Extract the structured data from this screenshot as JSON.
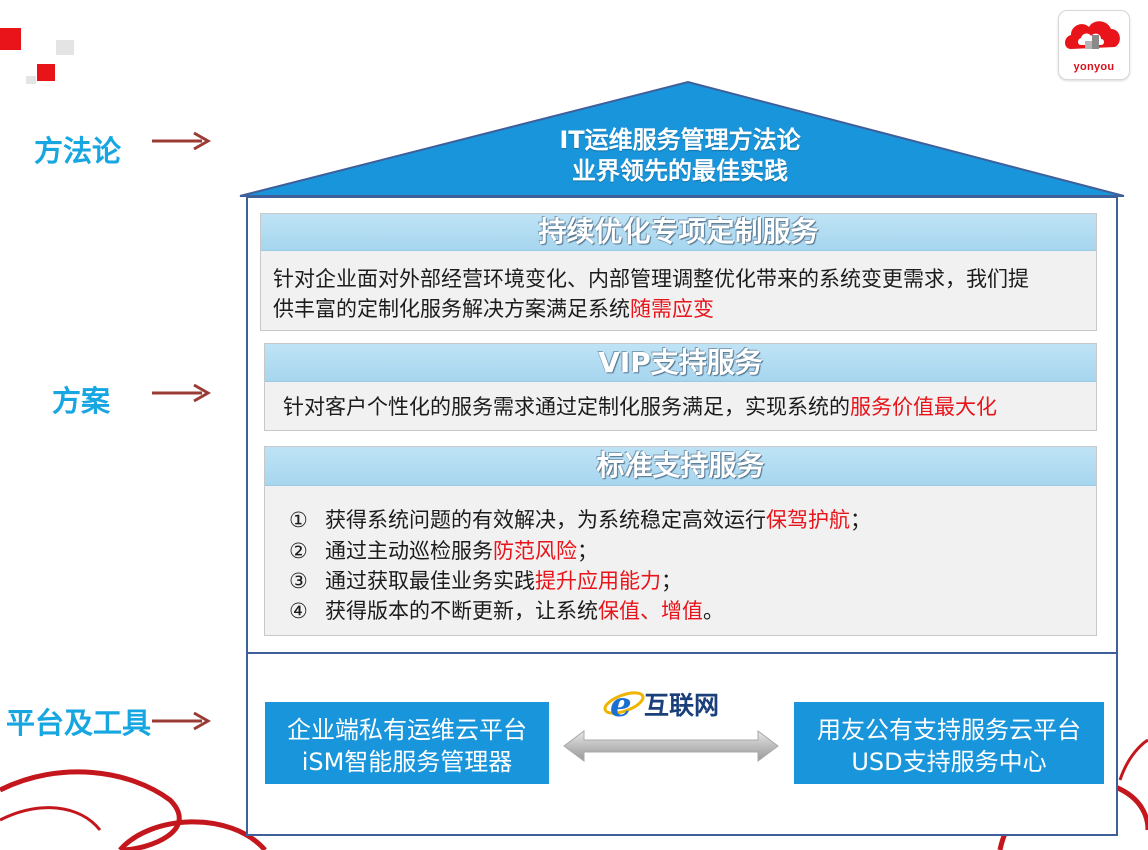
{
  "logo": {
    "brand": "yonyou",
    "icon": "yonyou-cloud-logo-icon"
  },
  "side_labels": {
    "methodology": "方法论",
    "solution": "方案",
    "platform": "平台及工具"
  },
  "roof": {
    "line1": "IT运维服务管理方法论",
    "line2": "业界领先的最佳实践"
  },
  "panels": {
    "continuous": {
      "title": "持续优化专项定制服务",
      "text_line1": "针对企业面对外部经营环境变化、内部管理调整优化带来的系统变更需求，我们提",
      "text_line2_prefix": "供丰富的定制化服务解决方案满足系统",
      "text_line2_highlight": "随需应变"
    },
    "vip": {
      "title": "VIP支持服务",
      "text_prefix": "针对客户个性化的服务需求通过定制化服务满足，实现系统的",
      "text_highlight": "服务价值最大化"
    },
    "standard": {
      "title": "标准支持服务",
      "items": [
        {
          "num": "①",
          "prefix": "获得系统问题的有效解决，为系统稳定高效运行",
          "highlight": "保驾护航",
          "suffix": "；"
        },
        {
          "num": "②",
          "prefix": "通过主动巡检服务",
          "highlight": "防范风险",
          "suffix": "；"
        },
        {
          "num": "③",
          "prefix": "通过获取最佳业务实践",
          "highlight": "提升应用能力",
          "suffix": "；"
        },
        {
          "num": "④",
          "prefix": "获得版本的不断更新，让系统",
          "highlight": "保值、增值",
          "suffix": "。"
        }
      ]
    }
  },
  "platform": {
    "left_line1": "企业端私有运维云平台",
    "left_line2": "iSM智能服务管理器",
    "right_line1": "用友公有支持服务云平台",
    "right_line2": "USD支持服务中心",
    "internet_label": "互联网",
    "internet_icon": "internet-explorer-icon"
  },
  "colors": {
    "accent_blue": "#16a6e1",
    "roof_blue": "#1996db",
    "highlight_red": "#e8141a",
    "brand_red": "#d7121b"
  }
}
